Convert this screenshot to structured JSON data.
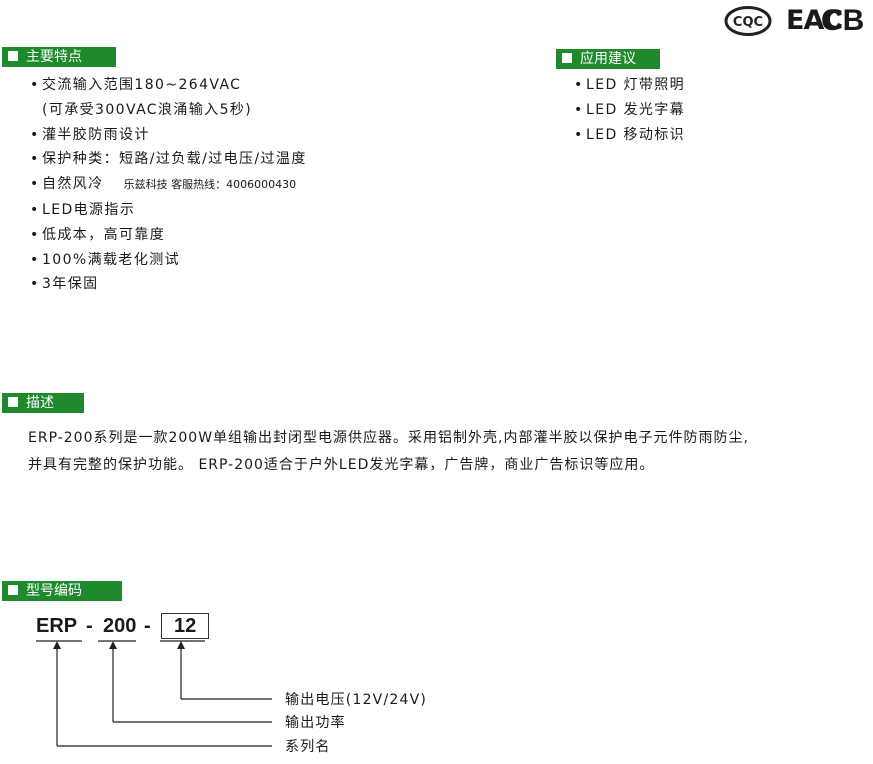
{
  "logos": {
    "cqc": "CQC",
    "eac": "EAC",
    "cb": "CB"
  },
  "features": {
    "title": "主要特点",
    "items": [
      {
        "text": "交流输入范围180~264VAC",
        "bullet": true
      },
      {
        "text": "(可承受300VAC浪涌输入5秒)",
        "bullet": false
      },
      {
        "text": "灌半胶防雨设计",
        "bullet": true
      },
      {
        "text": "保护种类：短路/过负载/过电压/过温度",
        "bullet": true
      },
      {
        "text": "自然风冷",
        "bullet": true
      },
      {
        "text": "LED电源指示",
        "bullet": true
      },
      {
        "text": "低成本，高可靠度",
        "bullet": true
      },
      {
        "text": "100%满载老化测试",
        "bullet": true
      },
      {
        "text": "3年保固",
        "bullet": true
      }
    ],
    "hotline": "乐兹科技 客服热线：4006000430"
  },
  "applications": {
    "title": "应用建议",
    "items": [
      "LED 灯带照明",
      "LED 发光字幕",
      "LED 移动标识"
    ]
  },
  "description": {
    "title": "描述",
    "line1": "ERP-200系列是一款200W单组输出封闭型电源供应器。采用铝制外壳,内部灌半胶以保护电子元件防雨防尘,",
    "line2": "并具有完整的保护功能。 ERP-200适合于户外LED发光字幕，广告牌，商业广告标识等应用。"
  },
  "model_code": {
    "title": "型号编码",
    "series": "ERP",
    "dash": "-",
    "power": "200",
    "voltage": "12",
    "labels": {
      "voltage": "输出电压(12V/24V)",
      "power": "输出功率",
      "series": "系列名"
    }
  }
}
